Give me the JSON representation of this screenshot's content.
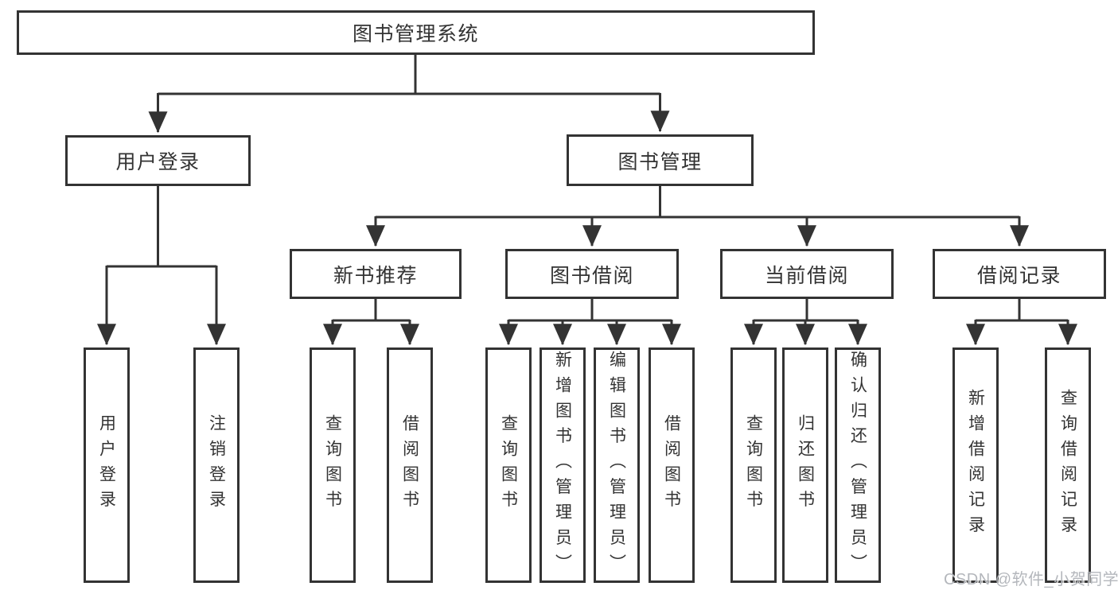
{
  "diagram": {
    "root": "图书管理系统",
    "level2": [
      "用户登录",
      "图书管理"
    ],
    "level3": [
      "新书推荐",
      "图书借阅",
      "当前借阅",
      "借阅记录"
    ],
    "leaves": {
      "login": [
        "用户登录",
        "注销登录"
      ],
      "recommend": [
        "查询图书",
        "借阅图书"
      ],
      "borrow": [
        "查询图书",
        "新增图书（管理员）",
        "编辑图书（管理员）",
        "借阅图书"
      ],
      "current": [
        "查询图书",
        "归还图书",
        "确认归还（管理员）"
      ],
      "records": [
        "新增借阅记录",
        "查询借阅记录"
      ]
    }
  },
  "watermark": "CSDN @软件_小贺同学",
  "colors": {
    "line": "#333333",
    "box_border": "#333333",
    "text": "#333333",
    "background": "#ffffff",
    "watermark_text": "#b4b7bc"
  }
}
